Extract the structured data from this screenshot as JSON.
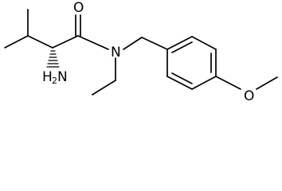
{
  "molecule": {
    "atoms": {
      "oxygen_carbonyl": "O",
      "nitrogen_amide": "N",
      "amine_hydrogen": "H",
      "amine_subscript": "2",
      "amine_nitrogen": "N",
      "oxygen_methoxy": "O"
    },
    "colors": {
      "bond": "#000000",
      "text": "#000000",
      "background": "#ffffff"
    }
  }
}
